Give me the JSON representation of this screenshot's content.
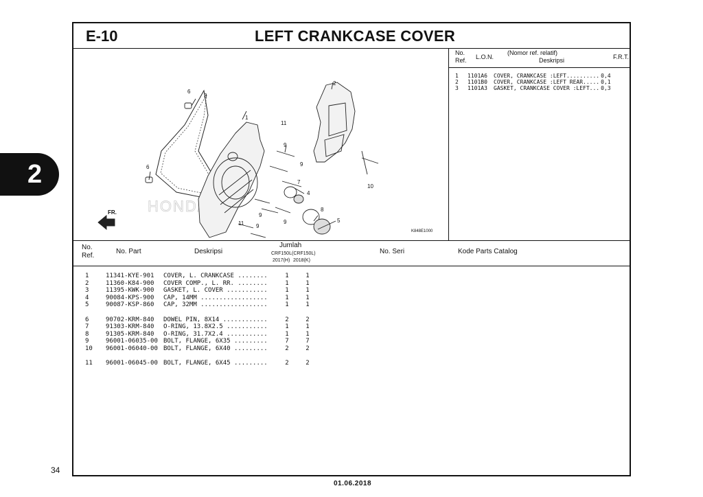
{
  "section": {
    "code": "E-10",
    "title": "LEFT CRANKCASE COVER"
  },
  "tab_number": "2",
  "page_number": "34",
  "footer_date": "01.06.2018",
  "diagram": {
    "callouts": [
      "1",
      "2",
      "3",
      "4",
      "5",
      "6",
      "6",
      "7",
      "8",
      "9",
      "9",
      "9",
      "9",
      "9",
      "10",
      "11",
      "11"
    ],
    "direction_label": "FR.",
    "figure_code": "K848E1000",
    "watermark": "HONDA"
  },
  "lon_table": {
    "headers": {
      "no": "No.",
      "ref": "Ref.",
      "lon": "L.O.N.",
      "nomor": "(Nomor ref. relatif)",
      "deskripsi": "Deskripsi",
      "frt": "F.R.T."
    },
    "rows": [
      {
        "no": "1",
        "lon": "1101A6",
        "desc": "COVER, CRANKCASE :LEFT..........",
        "frt": "0,4"
      },
      {
        "no": "2",
        "lon": "1101B0",
        "desc": "COVER, CRANKCASE :LEFT REAR.....",
        "frt": "0,1"
      },
      {
        "no": "3",
        "lon": "1101A3",
        "desc": "GASKET, CRANKCASE COVER :LEFT...",
        "frt": "0,3"
      }
    ]
  },
  "parts_table": {
    "headers": {
      "no": "No.",
      "ref": "Ref.",
      "part": "No. Part",
      "desc": "Deskripsi",
      "qty": "Jumlah",
      "model1": "CRF150L",
      "model2": "(CRF150L)",
      "year1": "2017(H)",
      "year2": "2018(K)",
      "serial": "No. Seri",
      "catalog": "Kode Parts Catalog"
    },
    "rows": [
      {
        "no": "1",
        "part": "11341-KYE-901",
        "desc": "COVER, L. CRANKCASE ........",
        "q1": "1",
        "q2": "1"
      },
      {
        "no": "2",
        "part": "11360-K84-900",
        "desc": "COVER COMP., L. RR. ........",
        "q1": "1",
        "q2": "1"
      },
      {
        "no": "3",
        "part": "11395-KWK-900",
        "desc": "GASKET, L. COVER ...........",
        "q1": "1",
        "q2": "1"
      },
      {
        "no": "4",
        "part": "90084-KPS-900",
        "desc": "CAP, 14MM ..................",
        "q1": "1",
        "q2": "1"
      },
      {
        "no": "5",
        "part": "90087-KSP-860",
        "desc": "CAP, 32MM ..................",
        "q1": "1",
        "q2": "1"
      },
      {
        "no": "6",
        "part": "90702-KRM-840",
        "desc": "DOWEL PIN, 8X14 ............",
        "q1": "2",
        "q2": "2"
      },
      {
        "no": "7",
        "part": "91303-KRM-840",
        "desc": "O-RING, 13.8X2.5 ...........",
        "q1": "1",
        "q2": "1"
      },
      {
        "no": "8",
        "part": "91305-KRM-840",
        "desc": "O-RING, 31.7X2.4 ...........",
        "q1": "1",
        "q2": "1"
      },
      {
        "no": "9",
        "part": "96001-06035-00",
        "desc": "BOLT, FLANGE, 6X35 .........",
        "q1": "7",
        "q2": "7"
      },
      {
        "no": "10",
        "part": "96001-06040-00",
        "desc": "BOLT, FLANGE, 6X40 .........",
        "q1": "2",
        "q2": "2"
      },
      {
        "no": "11",
        "part": "96001-06045-00",
        "desc": "BOLT, FLANGE, 6X45 .........",
        "q1": "2",
        "q2": "2"
      }
    ]
  }
}
